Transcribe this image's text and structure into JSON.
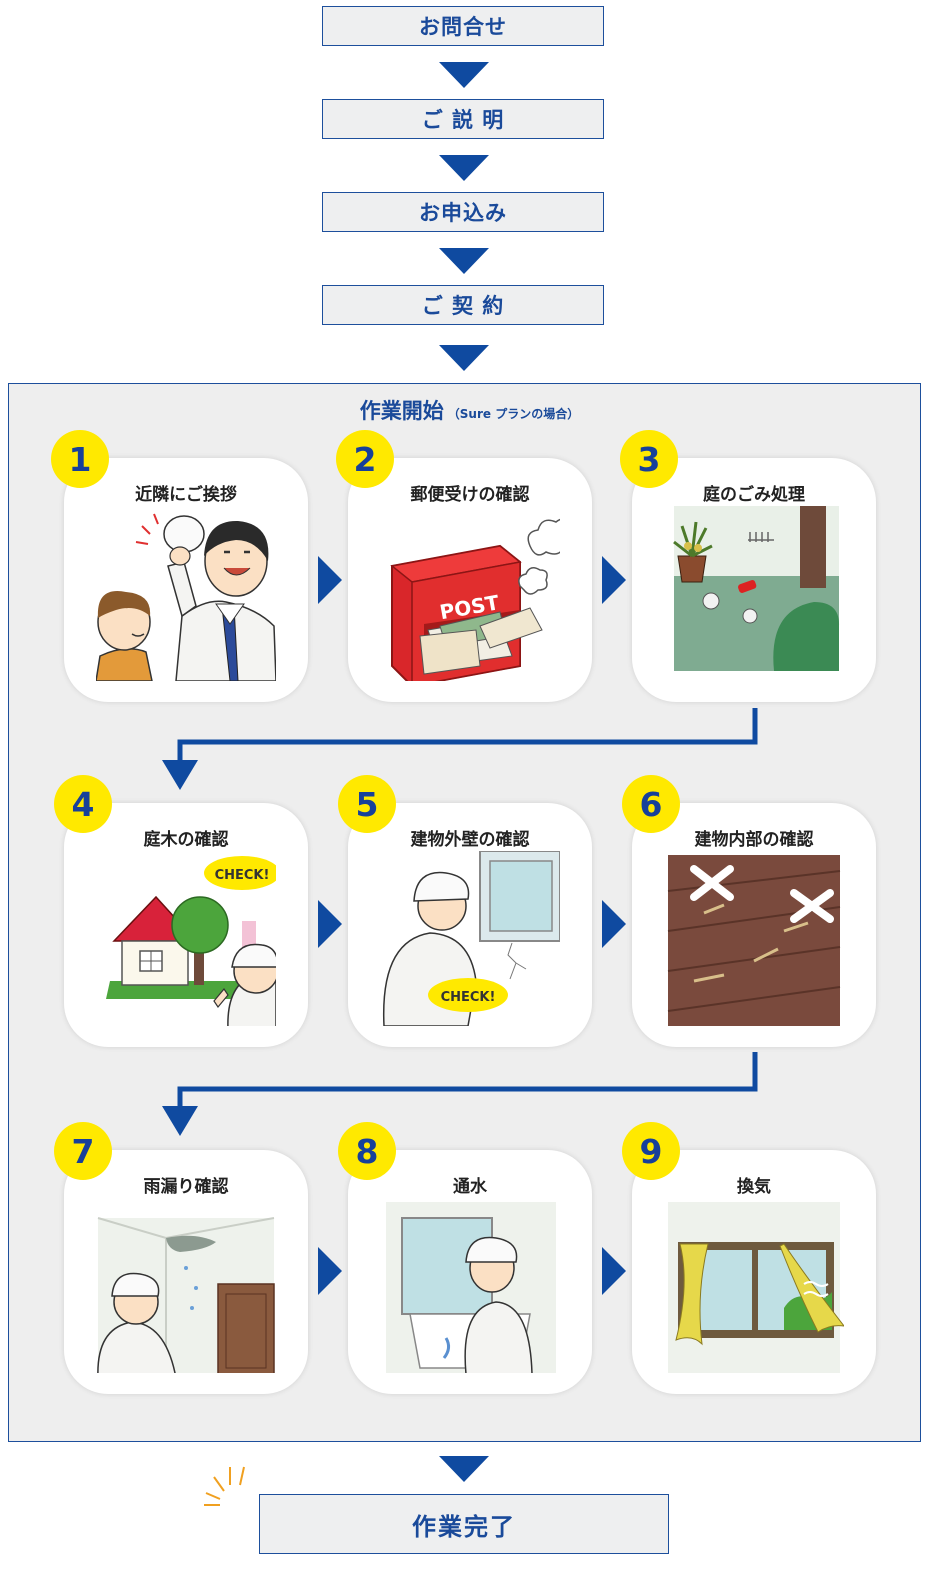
{
  "flow_steps": [
    "お問合せ",
    "ご 説 明",
    "お申込み",
    "ご 契 約"
  ],
  "work_section": {
    "title": "作業開始",
    "subtitle": "（Sure プランの場合）"
  },
  "tasks": [
    {
      "number": "1",
      "title": "近隣にご挨拶"
    },
    {
      "number": "2",
      "title": "郵便受けの確認"
    },
    {
      "number": "3",
      "title": "庭のごみ処理"
    },
    {
      "number": "4",
      "title": "庭木の確認"
    },
    {
      "number": "5",
      "title": "建物外壁の確認"
    },
    {
      "number": "6",
      "title": "建物内部の確認"
    },
    {
      "number": "7",
      "title": "雨漏り確認"
    },
    {
      "number": "8",
      "title": "通水"
    },
    {
      "number": "9",
      "title": "換気"
    }
  ],
  "illustration_text": {
    "post": "POST",
    "check": "CHECK!"
  },
  "final_step": "作業完了",
  "colors": {
    "primary_blue": "#0f4aa0",
    "badge_yellow": "#ffe900",
    "panel_gray": "#eeeeee"
  }
}
